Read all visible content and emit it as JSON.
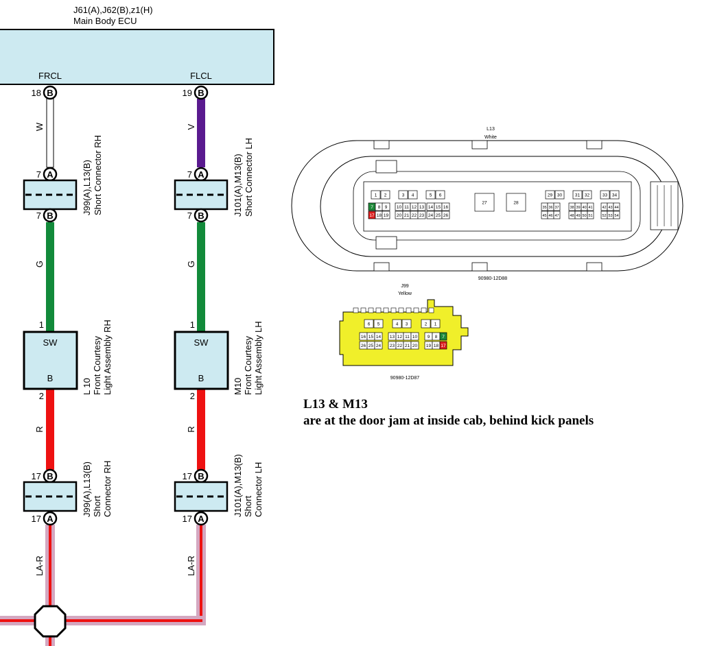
{
  "ecu": {
    "connectors": "J61(A),J62(B),z1(H)",
    "name": "Main Body ECU",
    "pin_right_label": "FRCL",
    "pin_left_label": "FLCL"
  },
  "right_side": {
    "ecu_pin_no": "18",
    "ecu_pin_conn": "B",
    "wire1_color": "W",
    "short1_top_no": "7",
    "short1_top_conn": "A",
    "short1_bot_no": "7",
    "short1_bot_conn": "B",
    "short1_label_line1": "J99(A),L13(B)",
    "short1_label_line2": "Short Connector RH",
    "wire2_color": "G",
    "lamp_pin1": "1",
    "lamp_sw": "SW",
    "lamp_b": "B",
    "lamp_pin2": "2",
    "lamp_label_line1": "L 10",
    "lamp_label_line2": "Front Courtesy",
    "lamp_label_line3": "Light Assembly RH",
    "wire3_color": "R",
    "short2_top_no": "17",
    "short2_top_conn": "B",
    "short2_bot_no": "17",
    "short2_bot_conn": "A",
    "short2_label_line1": "J99(A),L13(B)",
    "short2_label_line2": "Short",
    "short2_label_line3": "Connector RH",
    "wire4_color": "LA-R"
  },
  "left_side": {
    "ecu_pin_no": "19",
    "ecu_pin_conn": "B",
    "wire1_color": "V",
    "short1_top_no": "7",
    "short1_top_conn": "A",
    "short1_bot_no": "7",
    "short1_bot_conn": "B",
    "short1_label_line1": "J101(A),M13(B)",
    "short1_label_line2": "Short Connector LH",
    "wire2_color": "G",
    "lamp_pin1": "1",
    "lamp_sw": "SW",
    "lamp_b": "B",
    "lamp_pin2": "2",
    "lamp_label_line1": "M10",
    "lamp_label_line2": "Front Courtesy",
    "lamp_label_line3": "Light Assembly LH",
    "wire3_color": "R",
    "short2_top_no": "17",
    "short2_top_conn": "B",
    "short2_bot_no": "17",
    "short2_bot_conn": "A",
    "short2_label_line1": "J101(A),M13(B)",
    "short2_label_line2": "Short",
    "short2_label_line3": "Connector LH",
    "wire4_color": "LA-R"
  },
  "connector_l13": {
    "code": "L13",
    "color": "White",
    "part_no": "90980-12D88",
    "group1": [
      "1",
      "2",
      "3",
      "4",
      "5",
      "6"
    ],
    "group2_row1": [
      "?",
      "8",
      "9",
      "10",
      "11",
      "12",
      "13",
      "14",
      "15",
      "16"
    ],
    "group2_row2": [
      "?",
      "18",
      "19",
      "20",
      "21",
      "22",
      "23",
      "24",
      "25",
      "26"
    ],
    "marked_green": "7",
    "marked_red": "17",
    "big_pins": [
      "27",
      "28"
    ],
    "group3_top": [
      "29",
      "30",
      "31",
      "32",
      "33",
      "34"
    ],
    "group3_row1": [
      "35",
      "36",
      "37",
      "38",
      "39",
      "40",
      "41",
      "42",
      "43",
      "44"
    ],
    "group3_row2": [
      "45",
      "46",
      "47",
      "48",
      "49",
      "50",
      "51",
      "52",
      "53",
      "54"
    ]
  },
  "connector_j99": {
    "code": "J99",
    "color": "Yellow",
    "part_no": "90980-12D87",
    "top_row": [
      "6",
      "5",
      "4",
      "3",
      "2",
      "1"
    ],
    "row1": [
      "16",
      "15",
      "14",
      "13",
      "12",
      "11",
      "10",
      "9",
      "8"
    ],
    "row2": [
      "26",
      "25",
      "24",
      "23",
      "22",
      "21",
      "20",
      "19",
      "18"
    ],
    "marked_green": "7",
    "marked_red": "17"
  },
  "note": {
    "line1": "L13 & M13",
    "line2": "are at the door jam at inside cab, behind kick panels"
  },
  "colors": {
    "ecu_fill": "#cdeaf1",
    "wire_violet": "#5a1a8f",
    "wire_green": "#128a3a",
    "wire_red": "#ee1111",
    "wire_pink": "#d4a7c0",
    "connector_yellow": "#f0ef2a",
    "pin_green": "#1f8a3a",
    "pin_red": "#dd1f1f"
  }
}
